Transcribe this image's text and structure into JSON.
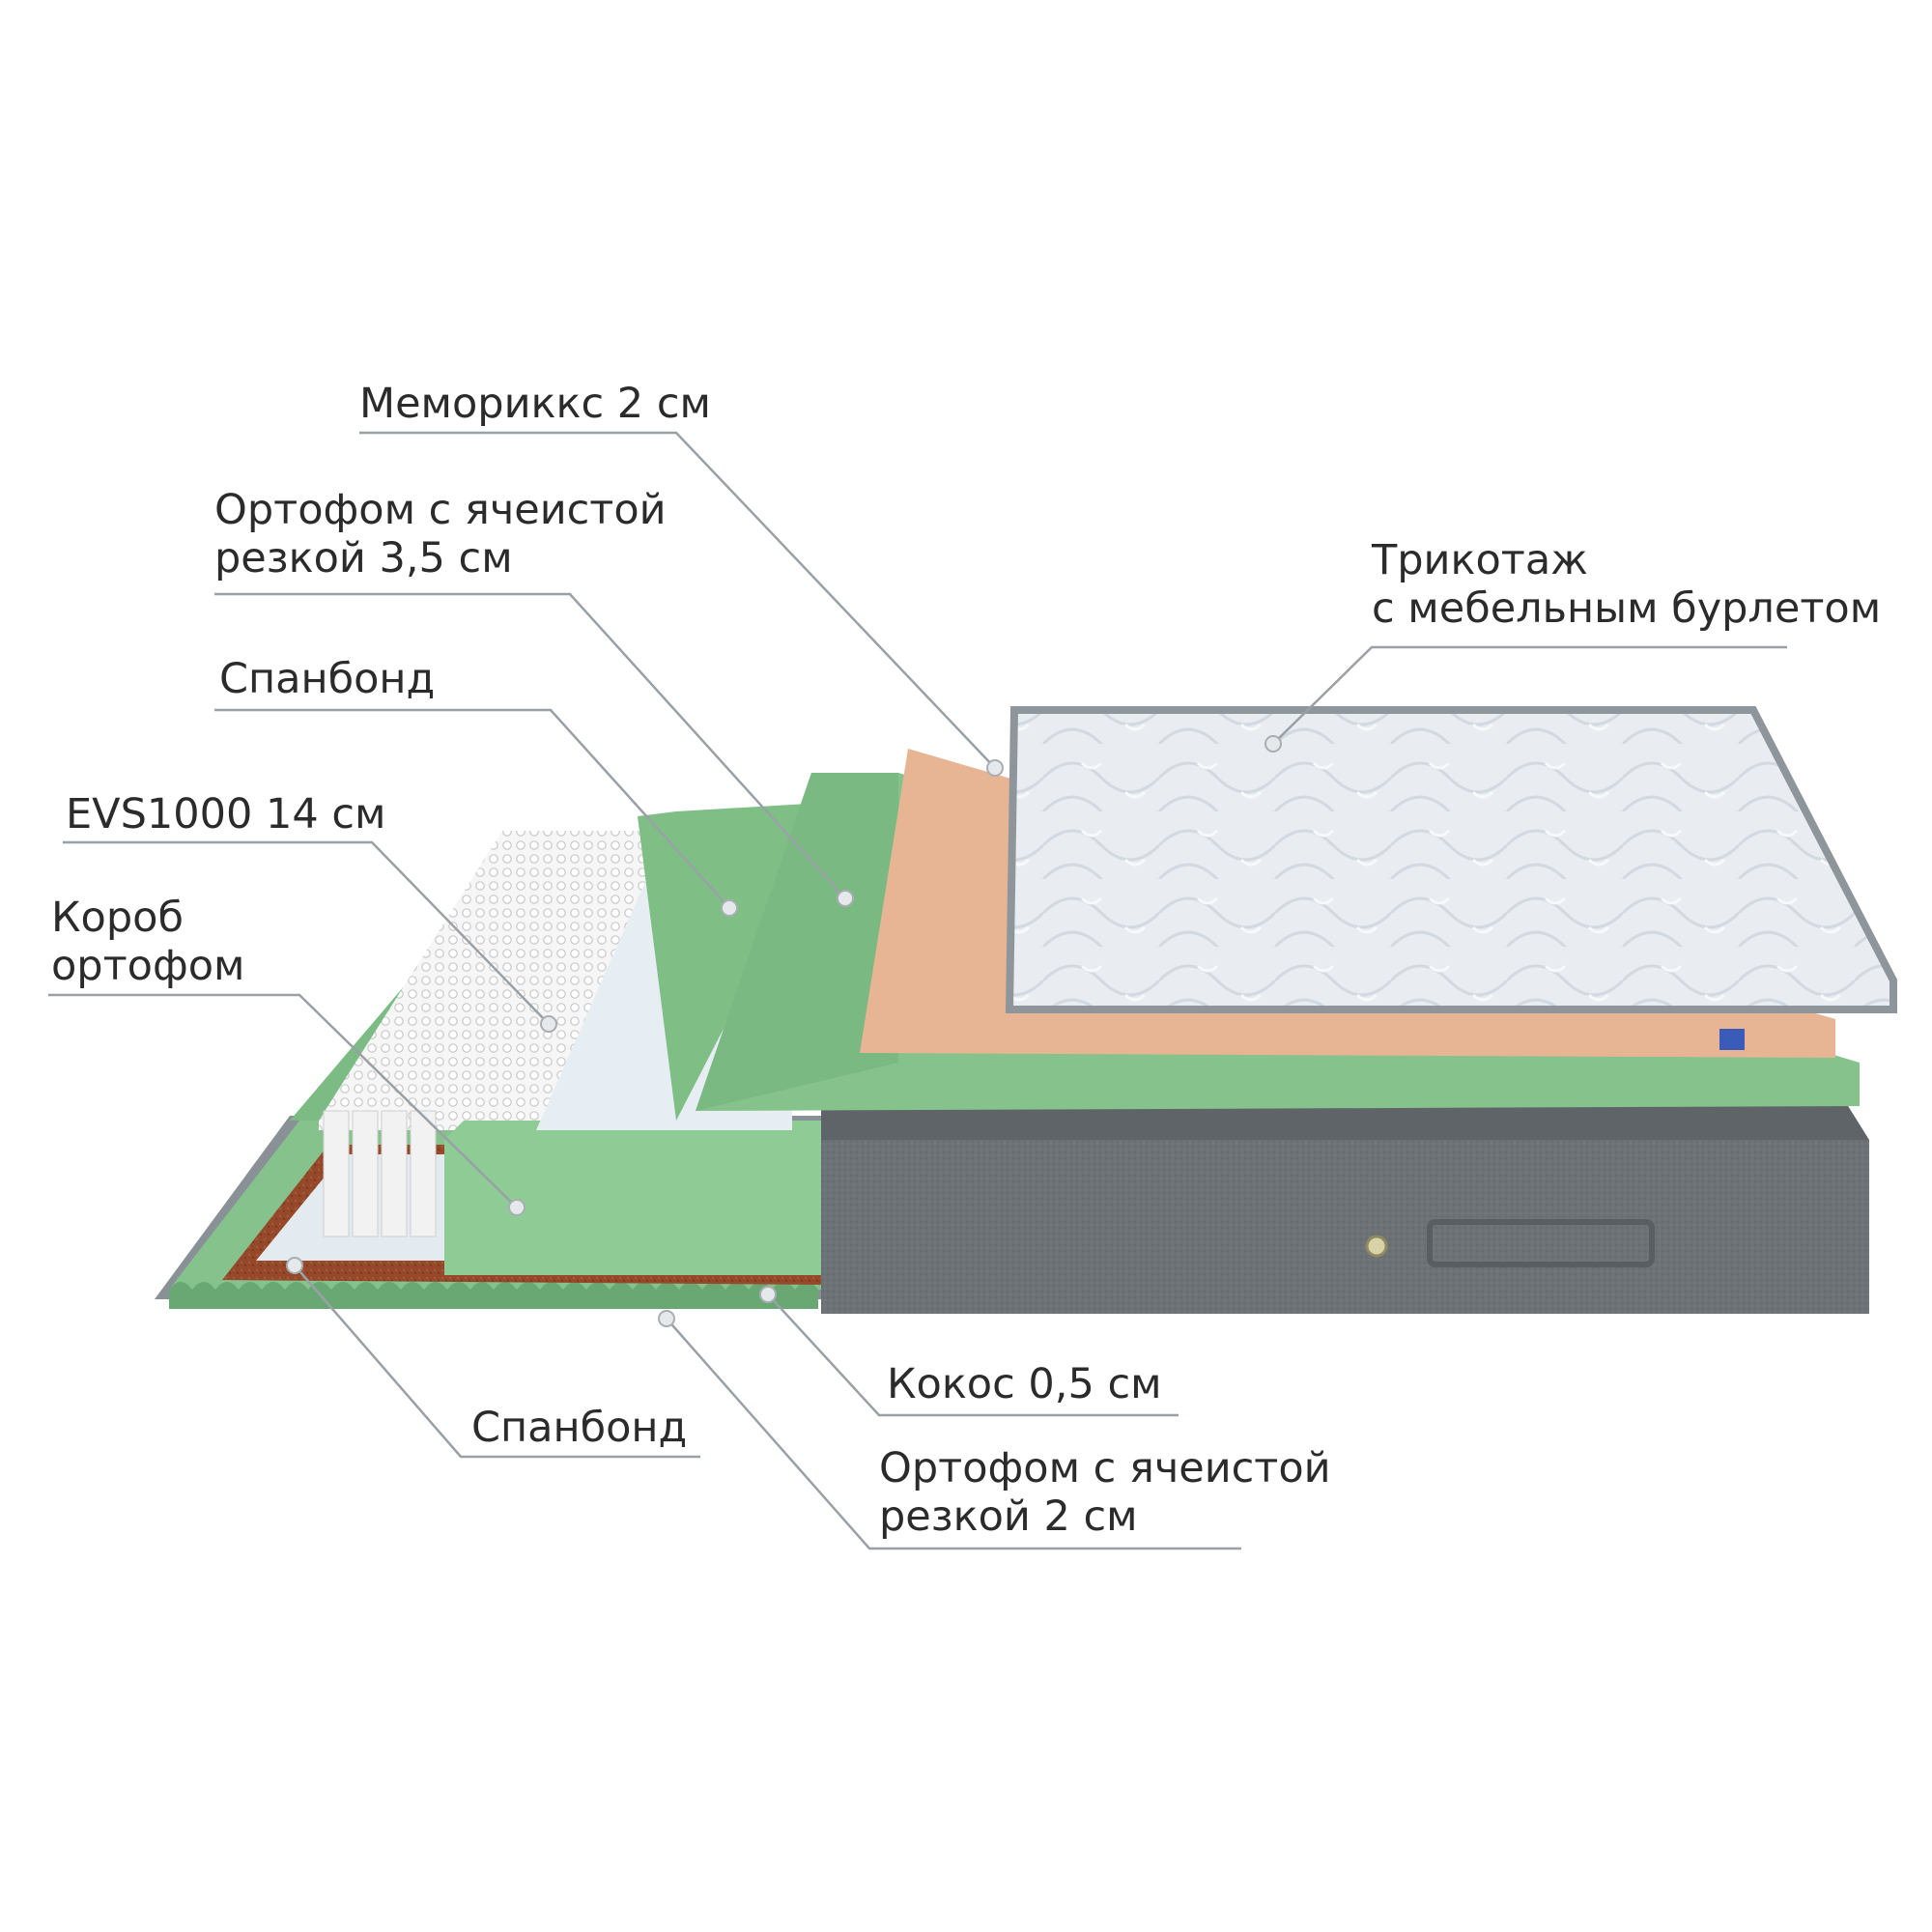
{
  "labels": {
    "memorix": [
      "Мемориккс 2 см"
    ],
    "ortofom_top": [
      "Ортофом с ячеистой",
      "резкой 3,5 см"
    ],
    "spanbond_top": [
      "Спанбонд"
    ],
    "evs": [
      "EVS1000 14 см"
    ],
    "korob": [
      "Короб",
      "ортофом"
    ],
    "trikotazh": [
      "Трикотаж",
      "с мебельным бурлетом"
    ],
    "kokos": [
      "Кокос 0,5 см"
    ],
    "spanbond_bottom": [
      "Спанбонд"
    ],
    "ortofom_bottom": [
      "Ортофом с ячеистой",
      "резкой 2 см"
    ]
  },
  "colors": {
    "leader": "#9aa1a6",
    "dot": "#dfe3e6",
    "green": "#85c28c",
    "green_dark": "#6aa873",
    "green_light": "#a6d6ab",
    "peach": "#e7b594",
    "grey_cover": "#6e7377",
    "knit": "#e6eaef",
    "coconut": "#9a4d2c",
    "spunbond": "#dfe7ee",
    "springs": "#f4f4f4"
  }
}
